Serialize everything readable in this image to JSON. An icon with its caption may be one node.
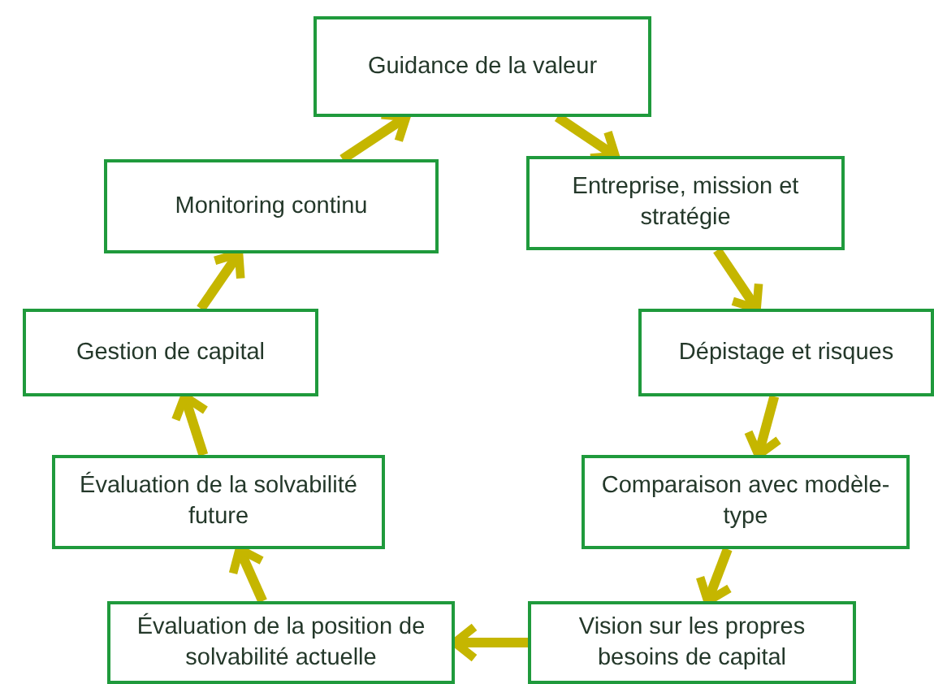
{
  "diagram": {
    "nodes": [
      {
        "text": [
          "Guidance de la valeur"
        ]
      },
      {
        "text": [
          "Entreprise, mission et stratégie"
        ]
      },
      {
        "text": [
          "Dépistage et risques"
        ]
      },
      {
        "text": [
          "Comparaison avec modèle-type"
        ]
      },
      {
        "text": [
          "Vision sur les propres besoins de capital"
        ]
      },
      {
        "text": [
          "Évaluation de la position de solvabilité actuelle"
        ]
      },
      {
        "text": [
          "Évaluation de la solvabilité future"
        ]
      },
      {
        "text": [
          "Gestion de capital"
        ]
      },
      {
        "text": [
          "Monitoring continu"
        ]
      }
    ],
    "edges": [
      {
        "from": 0,
        "to": 1,
        "arrow": "to"
      },
      {
        "from": 1,
        "to": 2,
        "arrow": "to"
      },
      {
        "from": 2,
        "to": 3,
        "arrow": "to"
      },
      {
        "from": 3,
        "to": 4,
        "arrow": "to"
      },
      {
        "from": 4,
        "to": 5,
        "arrow": "to"
      },
      {
        "from": 5,
        "to": 6,
        "arrow": "to"
      },
      {
        "from": 6,
        "to": 7,
        "arrow": "to"
      },
      {
        "from": 7,
        "to": 8,
        "arrow": "to"
      },
      {
        "from": 8,
        "to": 0,
        "arrow": "to"
      }
    ]
  }
}
